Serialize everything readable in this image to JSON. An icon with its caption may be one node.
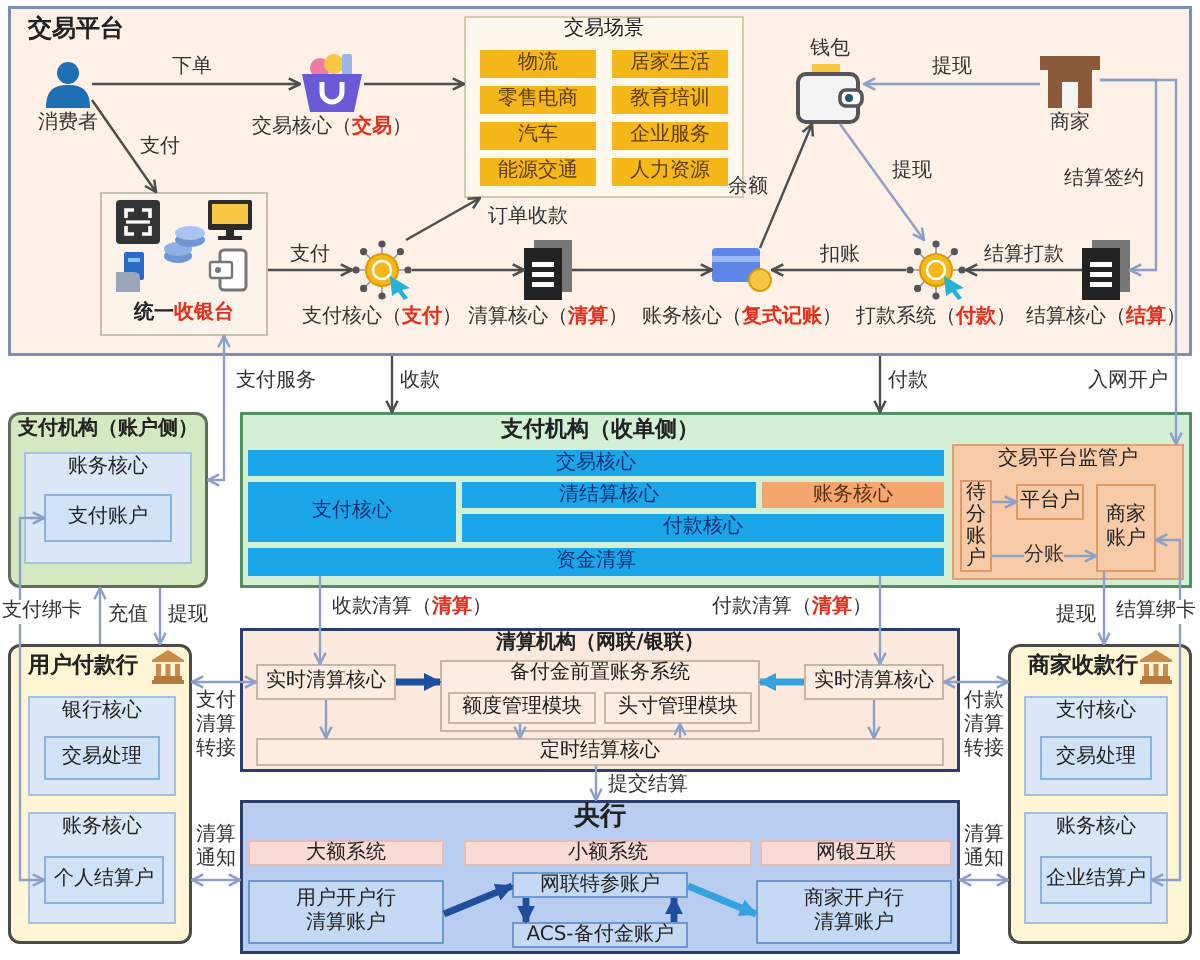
{
  "diagram": {
    "nodes": [
      {
        "text": [
          "交易平台"
        ]
      },
      {
        "text": [],
        "shape": "person",
        "in": 0,
        "beside": [
          "消费者"
        ]
      },
      {
        "text": [],
        "shape": "picture",
        "in": 0,
        "beside": [
          "交易核心（**交易**）"
        ]
      },
      {
        "text": [
          "交易场景"
        ],
        "in": 0
      },
      {
        "text": [
          "物流"
        ],
        "in": 3
      },
      {
        "text": [
          "居家生活"
        ],
        "in": 3
      },
      {
        "text": [
          "零售电商"
        ],
        "in": 3
      },
      {
        "text": [
          "教育培训"
        ],
        "in": 3
      },
      {
        "text": [
          "汽车"
        ],
        "in": 3
      },
      {
        "text": [
          "企业服务"
        ],
        "in": 3
      },
      {
        "text": [
          "能源交通"
        ],
        "in": 3
      },
      {
        "text": [
          "人力资源"
        ],
        "in": 3
      },
      {
        "text": [
          "统一**收银台**"
        ],
        "in": 0
      },
      {
        "text": [],
        "shape": "picture",
        "in": 0,
        "beside": [
          "支付核心（**支付**）"
        ]
      },
      {
        "text": [],
        "shape": "picture",
        "in": 0,
        "beside": [
          "清算核心（**清算**）"
        ]
      },
      {
        "text": [],
        "shape": "picture",
        "in": 0,
        "beside": [
          "账务核心（**复式记账**）"
        ]
      },
      {
        "text": [],
        "shape": "picture",
        "in": 0,
        "beside": [
          "钱包"
        ]
      },
      {
        "text": [],
        "shape": "picture",
        "in": 0,
        "beside": [
          "打款系统（**付款**）"
        ]
      },
      {
        "text": [],
        "shape": "picture",
        "in": 0,
        "beside": [
          "商家"
        ]
      },
      {
        "text": [],
        "shape": "picture",
        "in": 0,
        "beside": [
          "结算核心（**结算**）"
        ]
      },
      {
        "text": [
          "支付机构（账户侧）"
        ]
      },
      {
        "text": [
          "账务核心"
        ],
        "in": 20
      },
      {
        "text": [
          "支付账户"
        ],
        "in": 21
      },
      {
        "text": [
          "支付机构（收单侧）"
        ]
      },
      {
        "text": [
          "交易核心"
        ],
        "in": 23
      },
      {
        "text": [
          "支付核心"
        ],
        "in": 23
      },
      {
        "text": [
          "清结算核心"
        ],
        "in": 23
      },
      {
        "text": [
          "账务核心"
        ],
        "in": 23
      },
      {
        "text": [
          "付款核心"
        ],
        "in": 23
      },
      {
        "text": [
          "资金清算"
        ],
        "in": 23
      },
      {
        "text": [
          "交易平台监管户"
        ],
        "in": 23
      },
      {
        "text": [
          "待分账户"
        ],
        "in": 30
      },
      {
        "text": [
          "平台户"
        ],
        "in": 30
      },
      {
        "text": [
          "商家账户"
        ],
        "in": 30
      },
      {
        "text": [
          "用户付款行"
        ]
      },
      {
        "text": [
          "银行核心"
        ],
        "in": 34
      },
      {
        "text": [
          "交易处理"
        ],
        "in": 35
      },
      {
        "text": [
          "账务核心"
        ],
        "in": 34
      },
      {
        "text": [
          "个人结算户"
        ],
        "in": 37
      },
      {
        "text": [
          "清算机构（网联/银联）"
        ]
      },
      {
        "text": [
          "实时清算核心"
        ],
        "in": 39
      },
      {
        "text": [
          "备付金前置账务系统"
        ],
        "in": 39
      },
      {
        "text": [
          "额度管理模块"
        ],
        "in": 41
      },
      {
        "text": [
          "头寸管理模块"
        ],
        "in": 41
      },
      {
        "text": [
          "实时清算核心"
        ],
        "in": 39
      },
      {
        "text": [
          "定时结算核心"
        ],
        "in": 39
      },
      {
        "text": [
          "商家收款行"
        ]
      },
      {
        "text": [
          "支付核心"
        ],
        "in": 46
      },
      {
        "text": [
          "交易处理"
        ],
        "in": 47
      },
      {
        "text": [
          "账务核心"
        ],
        "in": 46
      },
      {
        "text": [
          "企业结算户"
        ],
        "in": 49
      },
      {
        "text": [
          "央行"
        ]
      },
      {
        "text": [
          "大额系统"
        ],
        "in": 51
      },
      {
        "text": [
          "小额系统"
        ],
        "in": 51
      },
      {
        "text": [
          "网银互联"
        ],
        "in": 51
      },
      {
        "text": [
          "用户开户行清算账户"
        ],
        "in": 51
      },
      {
        "text": [
          "网联特参账户"
        ],
        "in": 51
      },
      {
        "text": [
          "ACS-备付金账户"
        ],
        "in": 51
      },
      {
        "text": [
          "商家开户行清算账户"
        ],
        "in": 51
      }
    ],
    "edges": [
      {
        "from": 1,
        "to": 2,
        "arrow": "to",
        "label": "下单",
        "color": "#4d4d4d"
      },
      {
        "from": 2,
        "to": 3,
        "arrow": "to",
        "color": "#4d4d4d"
      },
      {
        "from": 1,
        "to": 12,
        "arrow": "to",
        "label": "支付",
        "color": "#4d4d4d"
      },
      {
        "from": 12,
        "to": 13,
        "arrow": "to",
        "label": "支付",
        "color": "#4d4d4d"
      },
      {
        "from": 13,
        "to": 3,
        "arrow": "to",
        "label": "订单收款",
        "color": "#4d4d4d"
      },
      {
        "from": 13,
        "to": 14,
        "arrow": "to",
        "color": "#4d4d4d"
      },
      {
        "from": 14,
        "to": 15,
        "arrow": "to",
        "color": "#4d4d4d"
      },
      {
        "from": 15,
        "to": 16,
        "arrow": "to",
        "label": "余额",
        "color": "#4d4d4d"
      },
      {
        "from": 17,
        "to": 15,
        "arrow": "to",
        "label": "扣账",
        "color": "#4d4d4d"
      },
      {
        "from": 16,
        "to": 17,
        "arrow": "to",
        "label": "提现"
      },
      {
        "from": 18,
        "to": 16,
        "arrow": "to",
        "label": "提现"
      },
      {
        "from": 19,
        "to": 17,
        "arrow": "to",
        "label": "结算打款",
        "color": "#4d4d4d"
      },
      {
        "from": 18,
        "to": 19,
        "arrow": "to",
        "label": "结算签约"
      },
      {
        "from": 18,
        "to": 30,
        "arrow": "to",
        "label": "入网开户"
      },
      {
        "from": 0,
        "to": 23,
        "arrow": "to",
        "label": "收款",
        "color": "#4d4d4d"
      },
      {
        "from": 0,
        "to": 23,
        "arrow": "to",
        "label": "付款",
        "color": "#4d4d4d"
      },
      {
        "from": 20,
        "to": 12,
        "arrow": "both",
        "label": "支付服务"
      },
      {
        "from": 34,
        "to": 40,
        "arrow": "both",
        "label": "支付清算转接"
      },
      {
        "from": 34,
        "to": 51,
        "arrow": "both",
        "label": "清算通知"
      },
      {
        "from": 44,
        "to": 46,
        "arrow": "both",
        "label": "付款清算转接"
      },
      {
        "from": 51,
        "to": 46,
        "arrow": "both",
        "label": "清算通知"
      },
      {
        "from": 20,
        "to": 34,
        "arrow": "to",
        "label": "提现"
      },
      {
        "from": 34,
        "to": 20,
        "arrow": "to",
        "label": "充值"
      },
      {
        "from": 22,
        "to": 38,
        "arrow": "both",
        "label": "支付绑卡"
      },
      {
        "from": 33,
        "to": 50,
        "arrow": "both",
        "label": "结算绑卡"
      },
      {
        "from": 29,
        "to": 40,
        "arrow": "to",
        "label": "收款清算（**清算**）"
      },
      {
        "from": 29,
        "to": 44,
        "arrow": "to",
        "label": "付款清算（**清算**）"
      },
      {
        "from": 33,
        "to": 46,
        "arrow": "to",
        "label": "提现"
      },
      {
        "from": 31,
        "to": 32,
        "arrow": "to"
      },
      {
        "from": 31,
        "to": 33,
        "arrow": "to",
        "label": "分账"
      },
      {
        "from": 40,
        "to": 41,
        "arrow": "to",
        "style": "thick",
        "color": "#1f4e9c"
      },
      {
        "from": 44,
        "to": 41,
        "arrow": "to",
        "style": "thick",
        "color": "#35a2e0"
      },
      {
        "from": 40,
        "to": 45,
        "arrow": "to"
      },
      {
        "from": 44,
        "to": 45,
        "arrow": "to"
      },
      {
        "from": 42,
        "to": 45,
        "arrow": "to"
      },
      {
        "from": 45,
        "to": 43,
        "arrow": "to"
      },
      {
        "from": 45,
        "to": 51,
        "arrow": "to",
        "label": "提交结算"
      },
      {
        "from": 55,
        "to": 56,
        "arrow": "to",
        "style": "thick",
        "color": "#1f4e9c"
      },
      {
        "from": 56,
        "to": 57,
        "arrow": "to",
        "style": "thick",
        "color": "#1f4e9c"
      },
      {
        "from": 57,
        "to": 56,
        "arrow": "to",
        "style": "thick",
        "color": "#1f4e9c"
      },
      {
        "from": 56,
        "to": 58,
        "arrow": "to",
        "style": "thick",
        "color": "#35a2e0"
      }
    ]
  }
}
